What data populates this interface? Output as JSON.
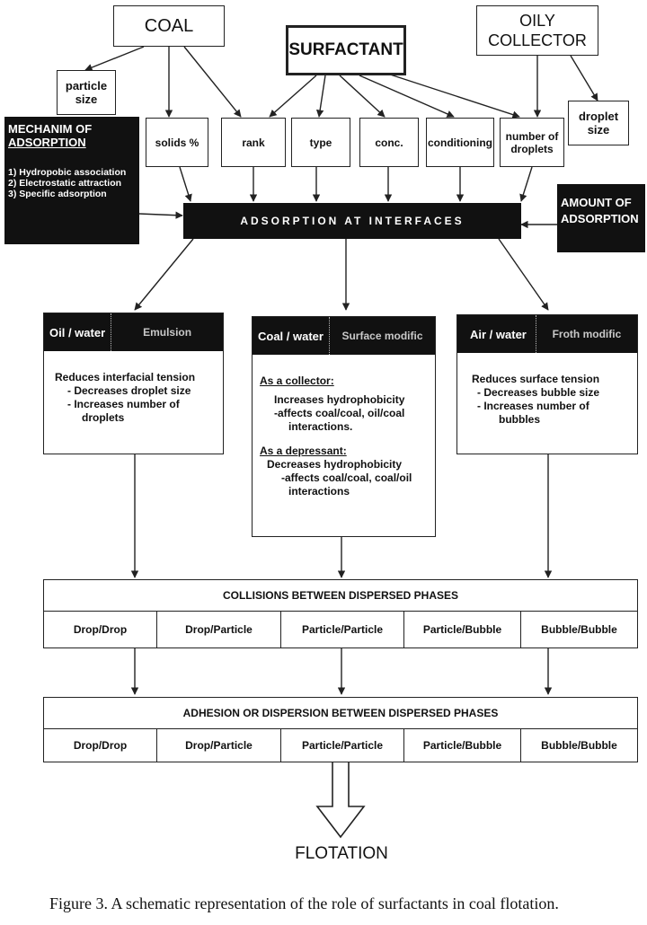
{
  "inputs": {
    "coal": "COAL",
    "surfactant": "SURFACTANT",
    "oily_collector_line1": "OILY",
    "oily_collector_line2": "COLLECTOR",
    "particle_size_line1": "particle",
    "particle_size_line2": "size",
    "droplet_size_line1": "droplet",
    "droplet_size_line2": "size"
  },
  "factors": {
    "solids": "solids %",
    "rank": "rank",
    "type": "type",
    "conc": "conc.",
    "conditioning": "conditioning",
    "number_of_droplets_line1": "number of",
    "number_of_droplets_line2": "droplets"
  },
  "mechanism": {
    "title_line1": "MECHANIM OF",
    "title_line2": "ADSORPTION",
    "items": [
      "1) Hydropobic association",
      "2) Electrostatic attraction",
      "3) Specific adsorption"
    ]
  },
  "amount": {
    "line1": "AMOUNT OF",
    "line2": "ADSORPTION"
  },
  "adsorption_bar": "ADSORPTION AT INTERFACES",
  "interfaces": {
    "oil_water": {
      "label": "Oil / water",
      "subtitle": "Emulsion",
      "lines": [
        "Reduces interfacial tension",
        "- Decreases droplet size",
        "- Increases number of",
        "droplets"
      ]
    },
    "coal_water": {
      "label": "Coal / water",
      "subtitle": "Surface modific",
      "collector_title": "As a collector:",
      "collector_lines": [
        "Increases hydrophobicity",
        "-affects coal/coal, oil/coal",
        "interactions."
      ],
      "depressant_title": "As a depressant:",
      "depressant_lines": [
        "Decreases hydrophobicity",
        "-affects coal/coal, coal/oil",
        "interactions"
      ]
    },
    "air_water": {
      "label": "Air / water",
      "subtitle": "Froth modific",
      "lines": [
        "Reduces surface tension",
        "- Decreases bubble size",
        "- Increases number of",
        "bubbles"
      ]
    }
  },
  "collisions": {
    "title": "COLLISIONS BETWEEN DISPERSED PHASES",
    "cells": [
      "Drop/Drop",
      "Drop/Particle",
      "Particle/Particle",
      "Particle/Bubble",
      "Bubble/Bubble"
    ]
  },
  "adhesion": {
    "title": "ADHESION OR DISPERSION BETWEEN DISPERSED PHASES",
    "cells": [
      "Drop/Drop",
      "Drop/Particle",
      "Particle/Particle",
      "Particle/Bubble",
      "Bubble/Bubble"
    ]
  },
  "output": "FLOTATION",
  "caption": "Figure 3.  A schematic representation of the role of surfactants in coal flotation."
}
